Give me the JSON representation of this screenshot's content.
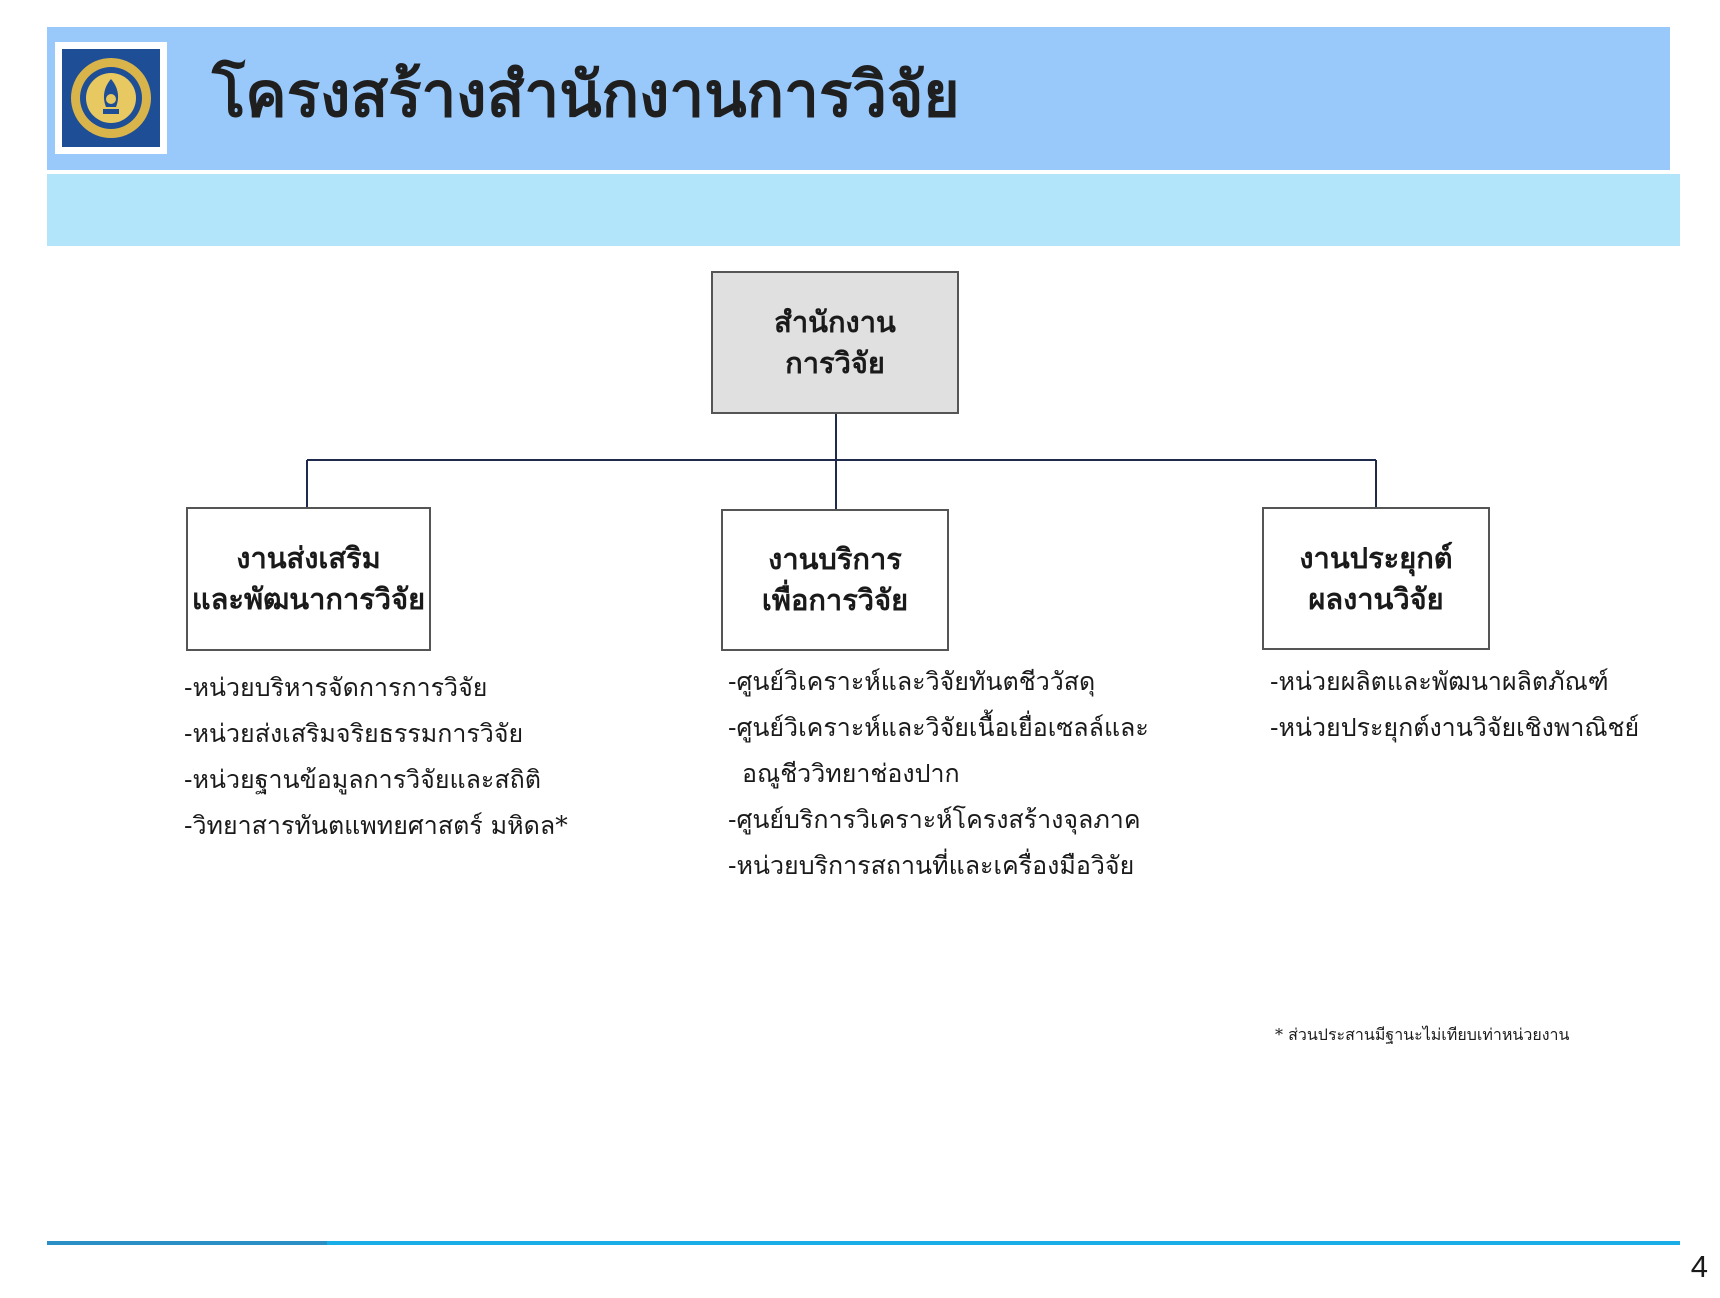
{
  "header": {
    "title": "โครงสร้างสำนักงานการวิจัย",
    "logo_colors": {
      "background": "#1e4e96",
      "ring": "#d9b44a"
    }
  },
  "org_chart": {
    "root": {
      "lines": [
        "สำนักงาน",
        "การวิจัย"
      ]
    },
    "units": [
      {
        "lines": [
          "งานส่งเสริม",
          "และพัฒนาการวิจัย"
        ],
        "items": [
          "หน่วยบริหารจัดการการวิจัย",
          "หน่วยส่งเสริมจริยธรรมการวิจัย",
          "หน่วยฐานข้อมูลการวิจัยและสถิติ",
          "วิทยาสารทันตแพทยศาสตร์ มหิดล*"
        ]
      },
      {
        "lines": [
          "งานบริการ",
          "เพื่อการวิจัย"
        ],
        "items": [
          "ศูนย์วิเคราะห์และวิจัยทันตชีววัสดุ",
          "ศูนย์วิเคราะห์และวิจัยเนื้อเยื่อเซลล์และ",
          "อณูชีววิทยาช่องปาก",
          "ศูนย์บริการวิเคราะห์โครงสร้างจุลภาค",
          "หน่วยบริการสถานที่และเครื่องมือวิจัย"
        ]
      },
      {
        "lines": [
          "งานประยุกต์",
          "ผลงานวิจัย"
        ],
        "items": [
          "หน่วยผลิตและพัฒนาผลิตภัณฑ์",
          "หน่วยประยุกต์งานวิจัยเชิงพาณิชย์"
        ]
      }
    ]
  },
  "footnote": "ส่วนประสานมีฐานะไม่เทียบเท่าหน่วยงาน",
  "page_number": "4"
}
